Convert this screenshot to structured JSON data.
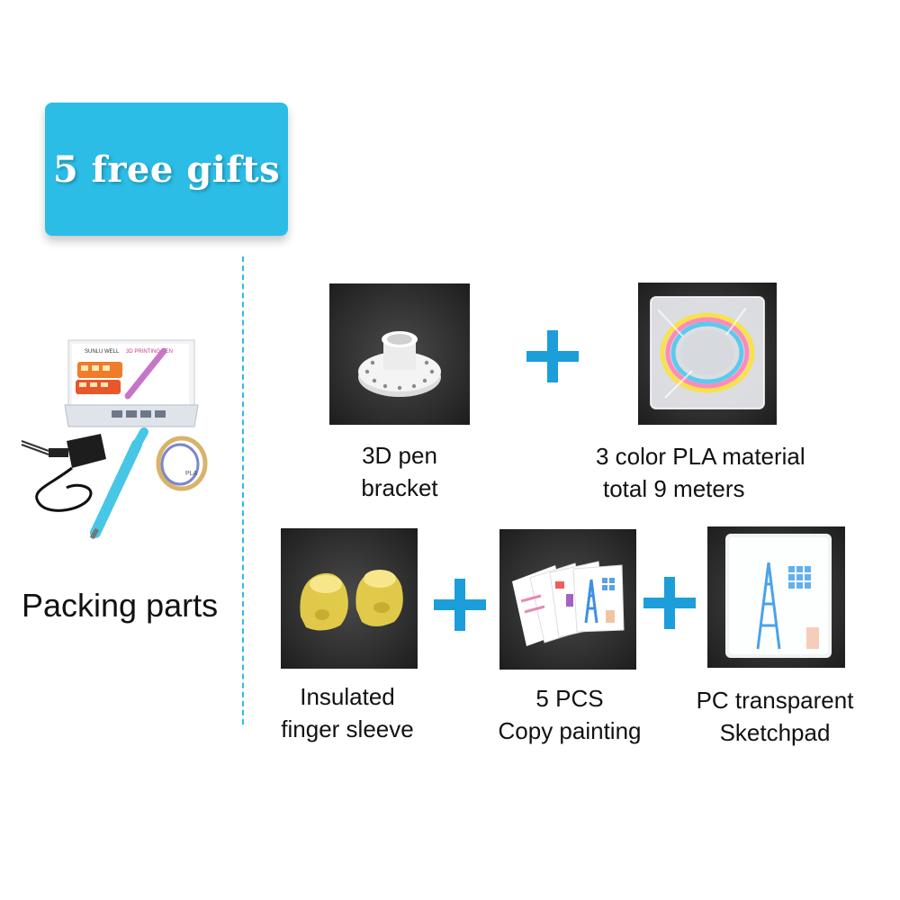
{
  "banner": {
    "text": "5 free gifts",
    "color": "#2bbde6"
  },
  "packing": {
    "label": "Packing parts",
    "box_brand": "SUNLU WELL",
    "box_title": "3D PRINTING PEN",
    "filament_tag": "PLA"
  },
  "gifts": [
    {
      "line1": "3D pen",
      "line2": "bracket"
    },
    {
      "line1": "3 color PLA material",
      "line2": "total  9 meters"
    },
    {
      "line1": "Insulated",
      "line2": "finger sleeve"
    },
    {
      "line1": "5 PCS",
      "line2": "Copy painting"
    },
    {
      "line1": "PC transparent",
      "line2": "Sketchpad"
    }
  ],
  "colors": {
    "accent": "#1b9ed9",
    "divider": "#2bbde6"
  }
}
